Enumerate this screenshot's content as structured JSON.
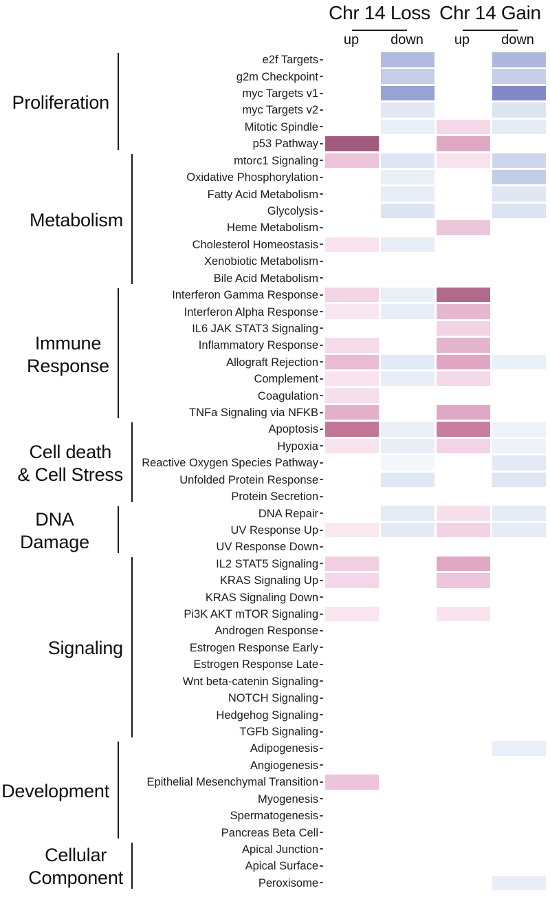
{
  "chart_data": {
    "type": "heatmap",
    "title": "",
    "color_encoding": "pink/red shades = enrichment in up-regulated genes, blue/purple shades = enrichment in down-regulated genes; darker = stronger; white = none",
    "column_groups": [
      {
        "label": "Chr 14 Loss",
        "sub_columns": [
          "up",
          "down"
        ]
      },
      {
        "label": "Chr 14 Gain",
        "sub_columns": [
          "up",
          "down"
        ]
      }
    ],
    "columns": [
      "Chr 14 Loss / up",
      "Chr 14 Loss / down",
      "Chr 14 Gain / up",
      "Chr 14 Gain / down"
    ],
    "categories": [
      {
        "label": "Proliferation",
        "start": 0,
        "count": 6
      },
      {
        "label": "Metabolism",
        "start": 6,
        "count": 8
      },
      {
        "label": "Immune\nResponse",
        "start": 14,
        "count": 8
      },
      {
        "label": "Cell death\n& Cell Stress",
        "start": 22,
        "count": 5
      },
      {
        "label": "DNA Damage",
        "start": 27,
        "count": 3
      },
      {
        "label": "Signaling",
        "start": 30,
        "count": 11
      },
      {
        "label": "Development",
        "start": 41,
        "count": 6
      },
      {
        "label": "Cellular\nComponent",
        "start": 47,
        "count": 3
      }
    ],
    "rows": [
      {
        "label": "e2f Targets",
        "category": "Proliferation",
        "cells": [
          null,
          "#b2bbdf",
          null,
          "#aeb8dd"
        ]
      },
      {
        "label": "g2m Checkpoint",
        "category": "Proliferation",
        "cells": [
          null,
          "#c5cde8",
          null,
          "#c6cee9"
        ]
      },
      {
        "label": "myc Targets v1",
        "category": "Proliferation",
        "cells": [
          null,
          "#98a2d3",
          null,
          "#8289c5"
        ]
      },
      {
        "label": "myc Targets v2",
        "category": "Proliferation",
        "cells": [
          null,
          "#e2e8f4",
          null,
          "#dde4f2"
        ]
      },
      {
        "label": "Mitotic Spindle",
        "category": "Proliferation",
        "cells": [
          null,
          "#e9eef7",
          "#f4d9e8",
          "#e6ecf6"
        ]
      },
      {
        "label": "p53 Pathway",
        "category": "Proliferation",
        "cells": [
          "#a15b7e",
          null,
          "#dfa9c6",
          null
        ]
      },
      {
        "label": "mtorc1 Signaling",
        "category": "Metabolism",
        "cells": [
          "#edc3da",
          "#dee6f3",
          "#f7e2ee",
          "#ccd6ec"
        ]
      },
      {
        "label": "Oxidative Phosphorylation",
        "category": "Metabolism",
        "cells": [
          null,
          "#e9eef7",
          null,
          "#c3cde8"
        ]
      },
      {
        "label": "Fatty Acid Metabolism",
        "category": "Metabolism",
        "cells": [
          null,
          "#e7edf6",
          null,
          "#dfe7f4"
        ]
      },
      {
        "label": "Glycolysis",
        "category": "Metabolism",
        "cells": [
          null,
          "#dde5f2",
          null,
          "#dce4f1"
        ]
      },
      {
        "label": "Heme Metabolism",
        "category": "Metabolism",
        "cells": [
          null,
          null,
          "#ebc7dc",
          null
        ]
      },
      {
        "label": "Cholesterol Homeostasis",
        "category": "Metabolism",
        "cells": [
          "#f8e3ee",
          "#e8eef7",
          null,
          null
        ]
      },
      {
        "label": "Xenobiotic Metabolism",
        "category": "Metabolism",
        "cells": [
          null,
          null,
          null,
          null
        ]
      },
      {
        "label": "Bile Acid Metabolism",
        "category": "Metabolism",
        "cells": [
          null,
          null,
          null,
          null
        ]
      },
      {
        "label": "Interferon Gamma Response",
        "category": "Immune Response",
        "cells": [
          "#f3d5e6",
          "#e9eff7",
          "#b06a8c",
          null
        ]
      },
      {
        "label": "Interferon Alpha Response",
        "category": "Immune Response",
        "cells": [
          "#f8e6f0",
          "#e7edf6",
          "#e6b8cf",
          null
        ]
      },
      {
        "label": "IL6 JAK STAT3 Signaling",
        "category": "Immune Response",
        "cells": [
          null,
          null,
          "#f2d3e4",
          null
        ]
      },
      {
        "label": "Inflammatory Response",
        "category": "Immune Response",
        "cells": [
          "#f5dcea",
          null,
          "#e5b4cd",
          null
        ]
      },
      {
        "label": "Allograft Rejection",
        "category": "Immune Response",
        "cells": [
          "#e9bcd4",
          "#e3eaf5",
          "#dfa7c4",
          "#eaf0f8"
        ]
      },
      {
        "label": "Complement",
        "category": "Immune Response",
        "cells": [
          "#f8e3ee",
          "#e8eef7",
          "#f4d9e8",
          null
        ]
      },
      {
        "label": "Coagulation",
        "category": "Immune Response",
        "cells": [
          "#f6dfec",
          null,
          null,
          null
        ]
      },
      {
        "label": "TNFa Signaling via NFKB",
        "category": "Immune Response",
        "cells": [
          "#e3b0ca",
          null,
          "#dfa8c5",
          null
        ]
      },
      {
        "label": "Apoptosis",
        "category": "Cell death & Cell Stress",
        "cells": [
          "#c27698",
          "#ebf0f8",
          "#c87ea1",
          "#eef2f9"
        ]
      },
      {
        "label": "Hypoxia",
        "category": "Cell death & Cell Stress",
        "cells": [
          "#f8e2ee",
          "#e8eef7",
          "#f3d4e5",
          "#eef2f9"
        ]
      },
      {
        "label": "Reactive Oxygen Species Pathway",
        "category": "Cell death & Cell Stress",
        "cells": [
          null,
          "#f3f6fb",
          null,
          "#e3eaf5"
        ]
      },
      {
        "label": "Unfolded Protein Response",
        "category": "Cell death & Cell Stress",
        "cells": [
          null,
          "#e0e8f4",
          null,
          "#dee7f3"
        ]
      },
      {
        "label": "Protein Secretion",
        "category": "Cell death & Cell Stress",
        "cells": [
          null,
          null,
          null,
          null
        ]
      },
      {
        "label": "DNA Repair",
        "category": "DNA Damage",
        "cells": [
          null,
          "#e4ebf5",
          "#f7e0ec",
          "#e4ebf5"
        ]
      },
      {
        "label": "UV Response Up",
        "category": "DNA Damage",
        "cells": [
          "#fae8f1",
          "#e3eaf5",
          "#f3d2e3",
          "#e6ecf6"
        ]
      },
      {
        "label": "UV Response Down",
        "category": "DNA Damage",
        "cells": [
          null,
          null,
          null,
          null
        ]
      },
      {
        "label": "IL2 STAT5 Signaling",
        "category": "Signaling",
        "cells": [
          "#f2cfe2",
          null,
          "#dfa8c5",
          null
        ]
      },
      {
        "label": "KRAS Signaling Up",
        "category": "Signaling",
        "cells": [
          "#f4d7e8",
          null,
          "#eec7dc",
          null
        ]
      },
      {
        "label": "KRAS Signaling Down",
        "category": "Signaling",
        "cells": [
          null,
          null,
          null,
          null
        ]
      },
      {
        "label": "Pi3K AKT mTOR Signaling",
        "category": "Signaling",
        "cells": [
          "#f9e5f0",
          null,
          "#f8e3ef",
          null
        ]
      },
      {
        "label": "Androgen Response",
        "category": "Signaling",
        "cells": [
          null,
          null,
          null,
          null
        ]
      },
      {
        "label": "Estrogen Response Early",
        "category": "Signaling",
        "cells": [
          null,
          null,
          null,
          null
        ]
      },
      {
        "label": "Estrogen Response Late",
        "category": "Signaling",
        "cells": [
          null,
          null,
          null,
          null
        ]
      },
      {
        "label": "Wnt beta-catenin Signaling",
        "category": "Signaling",
        "cells": [
          null,
          null,
          null,
          null
        ]
      },
      {
        "label": "NOTCH Signaling",
        "category": "Signaling",
        "cells": [
          null,
          null,
          null,
          null
        ]
      },
      {
        "label": "Hedgehog Signaling",
        "category": "Signaling",
        "cells": [
          null,
          null,
          null,
          null
        ]
      },
      {
        "label": "TGFb Signaling",
        "category": "Signaling",
        "cells": [
          null,
          null,
          null,
          null
        ]
      },
      {
        "label": "Adipogenesis",
        "category": "Development",
        "cells": [
          null,
          null,
          null,
          "#e9eff8"
        ]
      },
      {
        "label": "Angiogenesis",
        "category": "Development",
        "cells": [
          null,
          null,
          null,
          null
        ]
      },
      {
        "label": "Epithelial Mesenchymal Transition",
        "category": "Development",
        "cells": [
          "#ecc3d9",
          null,
          null,
          null
        ]
      },
      {
        "label": "Myogenesis",
        "category": "Development",
        "cells": [
          null,
          null,
          null,
          null
        ]
      },
      {
        "label": "Spermatogenesis",
        "category": "Development",
        "cells": [
          null,
          null,
          null,
          null
        ]
      },
      {
        "label": "Pancreas Beta Cell",
        "category": "Development",
        "cells": [
          null,
          null,
          null,
          null
        ]
      },
      {
        "label": "Apical Junction",
        "category": "Cellular Component",
        "cells": [
          null,
          null,
          null,
          null
        ]
      },
      {
        "label": "Apical Surface",
        "category": "Cellular Component",
        "cells": [
          null,
          null,
          null,
          null
        ]
      },
      {
        "label": "Peroxisome",
        "category": "Cellular Component",
        "cells": [
          null,
          null,
          null,
          "#e8eef7"
        ]
      }
    ]
  }
}
